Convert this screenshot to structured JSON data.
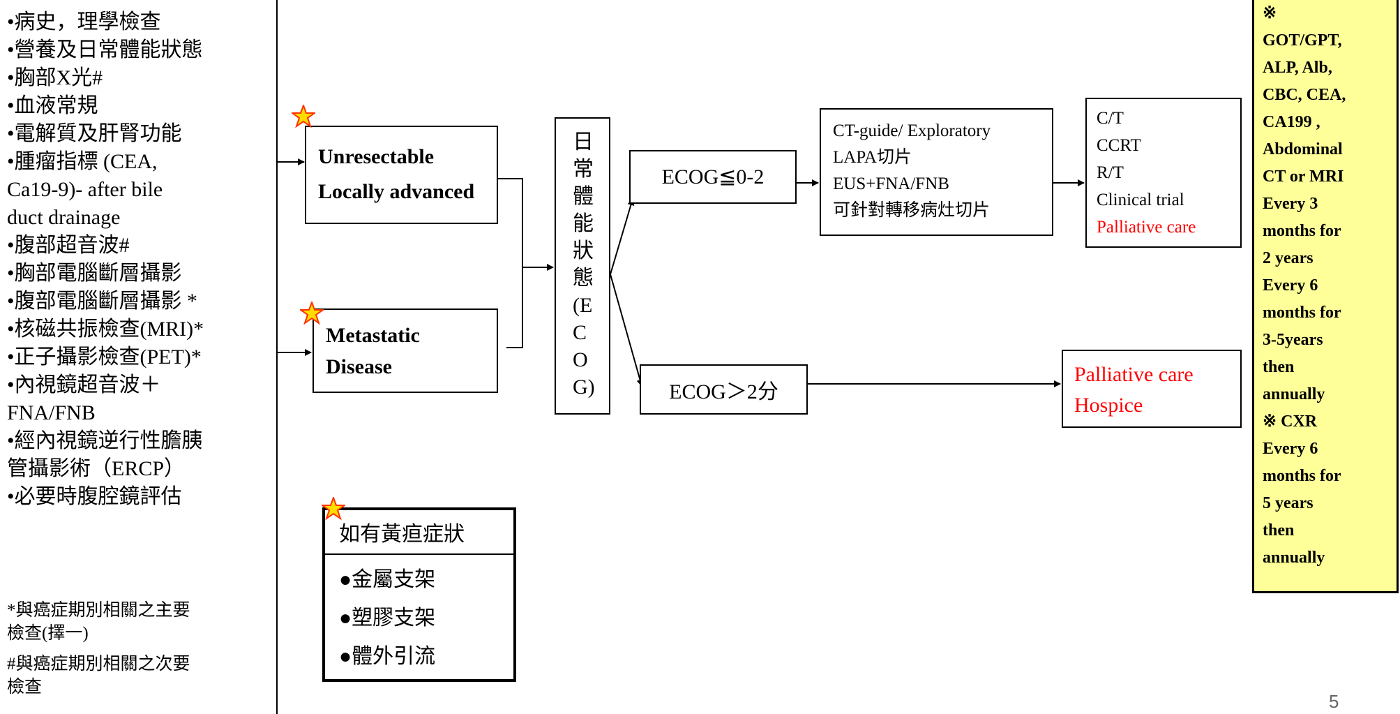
{
  "workup": {
    "items": [
      "•病史，理學檢查",
      "•營養及日常體能狀態",
      "•胸部X光#",
      "•血液常規",
      "•電解質及肝腎功能",
      "•腫瘤指標 (CEA,",
      " Ca19-9)- after bile",
      " duct drainage",
      "•腹部超音波#",
      "•胸部電腦斷層攝影",
      "•腹部電腦斷層攝影 *",
      "•核磁共振檢查(MRI)*",
      "•正子攝影檢查(PET)*",
      "•內視鏡超音波＋",
      "  FNA/FNB",
      "•經內視鏡逆行性膽胰",
      " 管攝影術（ERCP）",
      "•必要時腹腔鏡評估"
    ],
    "notes": [
      "*與癌症期別相關之主要",
      "  檢查(擇一)",
      "#與癌症期別相關之次要",
      "  檢查"
    ]
  },
  "staging": {
    "unresectable": [
      "Unresectable",
      "Locally advanced"
    ],
    "metastatic": [
      "Metastatic",
      "Disease"
    ]
  },
  "ecog_label": "日常體能狀態(ECOG)",
  "ecog_good": "ECOG≦0-2",
  "ecog_poor": "ECOG＞2分",
  "biopsy": [
    "CT-guide/ Exploratory",
    "LAPA切片",
    "EUS+FNA/FNB",
    "可針對轉移病灶切片"
  ],
  "treatment": {
    "items": [
      "C/T",
      "CCRT",
      "R/T",
      "Clinical trial"
    ],
    "palliative": "Palliative care"
  },
  "palliative_box": [
    "Palliative care",
    "Hospice"
  ],
  "jaundice": {
    "title": "如有黃疸症狀",
    "options": [
      "●金屬支架",
      "●塑膠支架",
      "●體外引流"
    ]
  },
  "followup": [
    "※",
    "GOT/GPT,",
    "ALP, Alb,",
    "CBC, CEA,",
    "CA199 ,",
    "Abdominal",
    "CT or MRI",
    "Every 3",
    "months for",
    "2 years",
    "Every 6",
    "months for",
    "3-5years",
    "then",
    "annually",
    "※ CXR",
    "Every 6",
    "months for",
    "5 years",
    "then",
    "annually"
  ],
  "page_number": "5",
  "colors": {
    "followup_bg": "#ffff99",
    "palliative_text": "#ff0000",
    "star_fill": "#ffdd00",
    "star_stroke": "#ff3300"
  }
}
